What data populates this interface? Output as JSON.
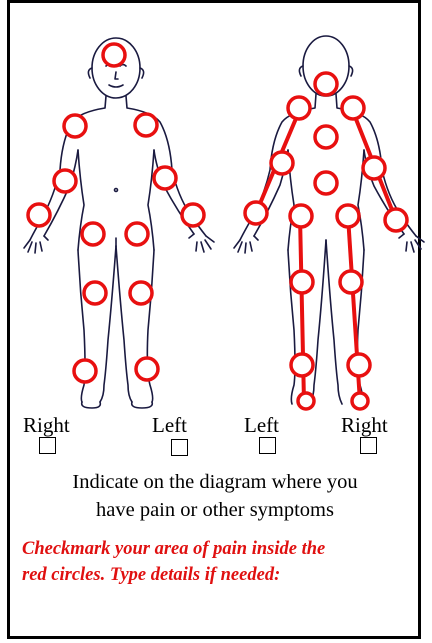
{
  "labels": {
    "front_right": "Right",
    "front_left": "Left",
    "back_left": "Left",
    "back_right": "Right"
  },
  "instructions": {
    "line1": "Indicate on the diagram where you",
    "line2": "have pain or other symptoms"
  },
  "note": {
    "line1": "Checkmark your area of pain inside the",
    "line2": "red circles. Type details if needed:"
  },
  "colors": {
    "marker": "#e81010",
    "outline": "#1a1a40"
  }
}
